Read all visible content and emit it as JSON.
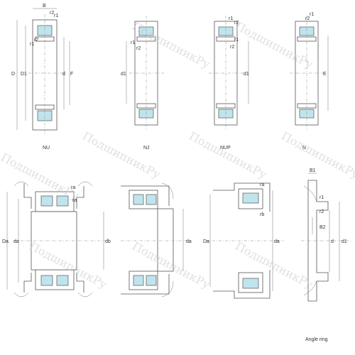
{
  "colors": {
    "line": "#555555",
    "roller": "#bfe4ee",
    "watermark": "#c8c8c8"
  },
  "watermark_text": "ПодшипникРу",
  "top_row": [
    {
      "caption": "NU",
      "labels": [
        "B",
        "r1",
        "r2",
        "r1",
        "r2",
        "D",
        "D1",
        "d",
        "F"
      ]
    },
    {
      "caption": "NJ",
      "labels": [
        "r1",
        "r2",
        "d1"
      ]
    },
    {
      "caption": "NUP",
      "labels": [
        "r1",
        "r2",
        "r1",
        "r2",
        "d1"
      ]
    },
    {
      "caption": "N",
      "labels": [
        "r1",
        "r2",
        "E"
      ]
    }
  ],
  "bottom_row": [
    {
      "labels": [
        "ra",
        "ra",
        "Da",
        "da",
        "db"
      ]
    },
    {
      "labels": [
        "da"
      ]
    },
    {
      "labels": [
        "ra",
        "rb",
        "Da",
        "da"
      ]
    },
    {
      "caption": "Angle ring",
      "labels": [
        "B1",
        "r1",
        "r2",
        "B2",
        "d",
        "d1"
      ]
    }
  ]
}
